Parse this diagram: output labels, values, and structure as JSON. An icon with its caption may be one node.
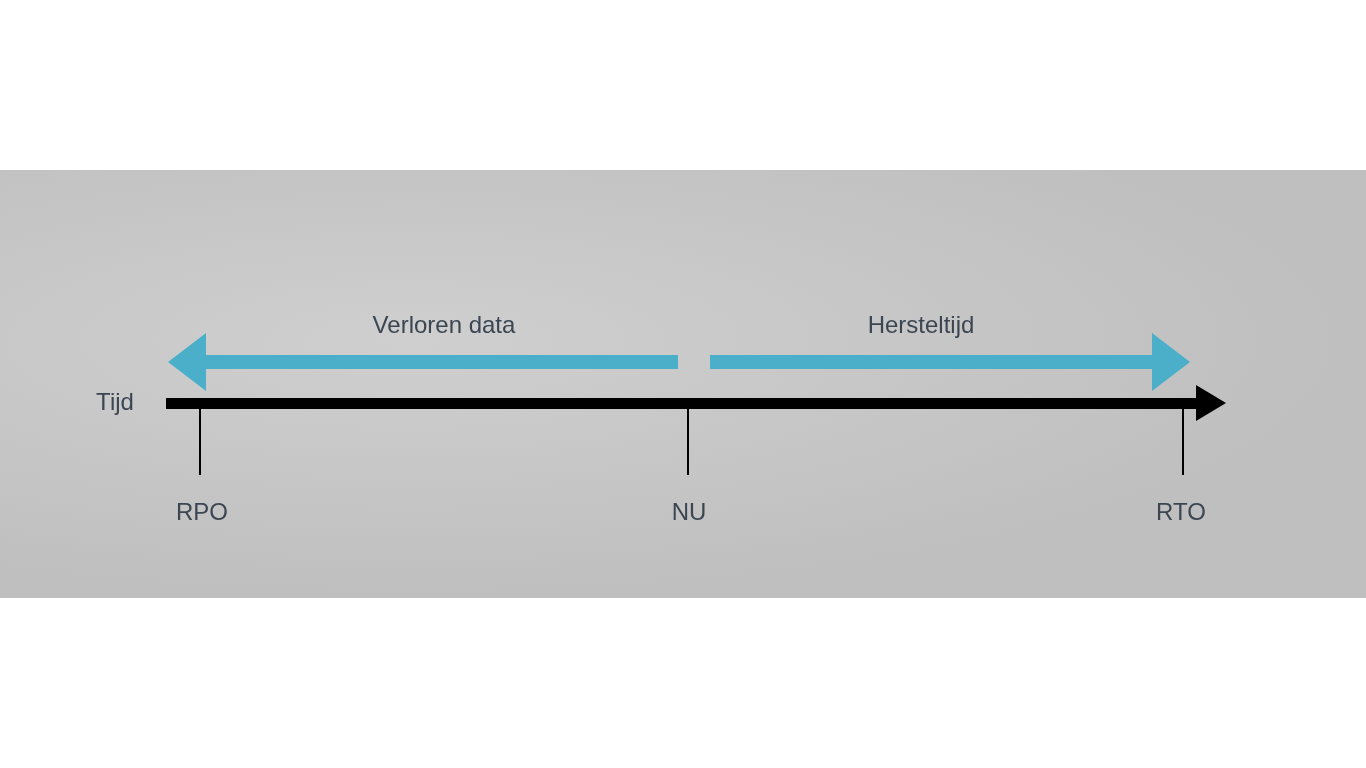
{
  "diagram": {
    "labels": [
      "Verloren data",
      "Hersteltijd",
      "Tijd",
      "RPO",
      "NU",
      "RTO"
    ]
  }
}
